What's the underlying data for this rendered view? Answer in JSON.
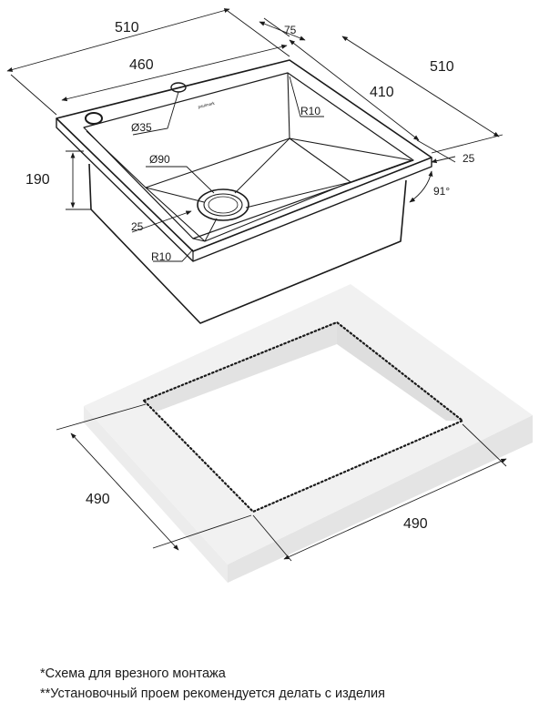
{
  "sink": {
    "dimensions": {
      "width_outer": "510",
      "width_inner": "460",
      "depth_outer": "510",
      "depth_inner": "410",
      "back_offset": "75",
      "rim_side": "25",
      "rim_front": "25",
      "bowl_height": "190",
      "corner_radius_top": "R10",
      "corner_radius_bottom": "R10",
      "drain_diameter": "Ø90",
      "tap_hole_diameter": "Ø35",
      "wall_angle": "91°"
    },
    "brand_mark": "paulmark"
  },
  "cutout": {
    "width": "490",
    "depth": "490"
  },
  "notes": {
    "mounting_scheme": "*Схема для врезного монтажа",
    "recommendation": "**Установочный проем рекомендуется делать с изделия"
  }
}
